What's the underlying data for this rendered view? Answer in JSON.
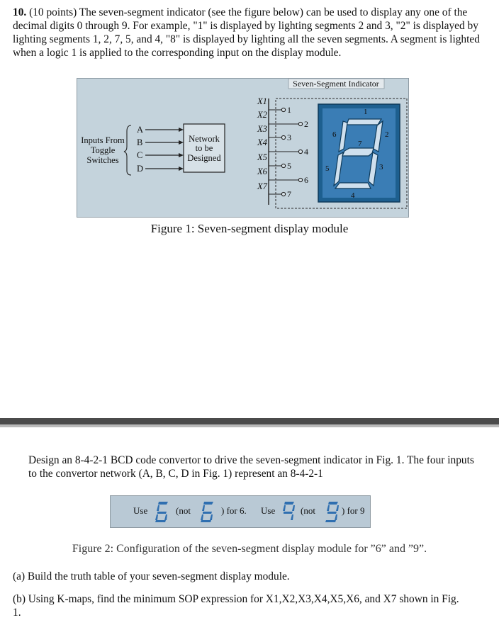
{
  "problem": {
    "number": "10.",
    "text": " (10 points) The seven-segment indicator (see the figure below) can be used to display any one of the decimal digits 0 through 9. For example, \"1\" is displayed by lighting segments 2 and 3, \"2\" is displayed by lighting segments 1, 2, 7, 5, and 4, \"8\" is displayed by lighting all the seven segments. A segment is lighted when a logic 1 is applied to the corresponding input on the display module."
  },
  "figure1": {
    "indicator_title": "Seven-Segment Indicator",
    "inputs_label_1": "Inputs From",
    "inputs_label_2": "Toggle",
    "inputs_label_3": "Switches",
    "inputs": [
      "A",
      "B",
      "C",
      "D"
    ],
    "network_1": "Network",
    "network_2": "to be",
    "network_3": "Designed",
    "outputs": [
      "X1",
      "X2",
      "X3",
      "X4",
      "X5",
      "X6",
      "X7"
    ],
    "pins": [
      "1",
      "2",
      "3",
      "4",
      "5",
      "6",
      "7"
    ],
    "segment_labels": [
      "1",
      "2",
      "3",
      "4",
      "5",
      "6",
      "7"
    ],
    "caption": "Figure 1: Seven-segment display module"
  },
  "design_text": "Design an 8-4-2-1 BCD code convertor to drive the seven-segment indicator in Fig. 1. The four inputs to the convertor network (A, B, C, D in Fig. 1) represent an 8-4-2-1",
  "figure2": {
    "use_1": "Use",
    "not_1": "(not",
    "for_6": ") for 6.",
    "use_2": "Use",
    "not_2": "(not",
    "for_9": ") for 9",
    "caption": "Figure 2: Configuration of the seven-segment display module for ”6” and ”9”."
  },
  "questions": {
    "a": "(a) Build the truth table of your seven-segment display module.",
    "b": "(b) Using K-maps, find the minimum SOP expression for X1,X2,X3,X4,X5,X6, and X7 shown in Fig. 1."
  },
  "colors": {
    "display_bg": "#c4d3dc",
    "segment_fill": "#4a90c8",
    "indicator_panel": "#1d5f8f"
  }
}
